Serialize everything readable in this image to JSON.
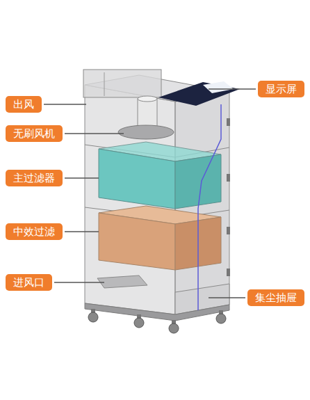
{
  "diagram": {
    "nodes": [
      {
        "text": [
          "显示屏"
        ]
      },
      {
        "text": [
          "出风"
        ]
      },
      {
        "text": [
          "无刷风机"
        ]
      },
      {
        "text": [
          "主过滤器"
        ]
      },
      {
        "text": [
          "中效过滤"
        ]
      },
      {
        "text": [
          "进风口"
        ]
      },
      {
        "text": [
          "集尘抽屉"
        ]
      }
    ]
  }
}
